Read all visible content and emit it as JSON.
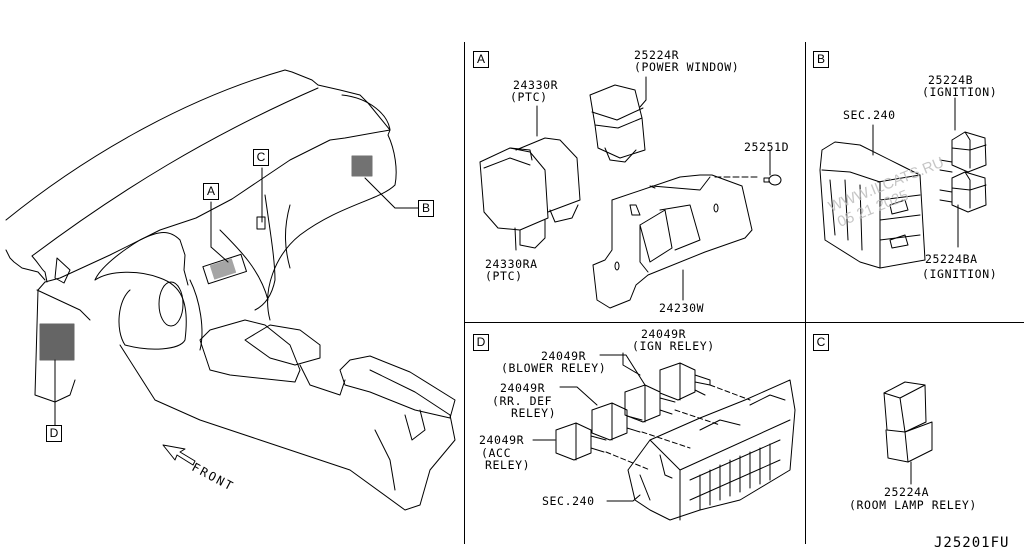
{
  "overview": {
    "callouts": [
      "A",
      "B",
      "C",
      "D"
    ],
    "front_label": "FRONT"
  },
  "panels": {
    "A": {
      "tag": "A",
      "parts": [
        {
          "number": "25224R",
          "desc": "(POWER WINDOW)"
        },
        {
          "number": "24330R",
          "desc": "(PTC)"
        },
        {
          "number": "25251D",
          "desc": ""
        },
        {
          "number": "24330RA",
          "desc": "(PTC)"
        },
        {
          "number": "24230W",
          "desc": ""
        }
      ]
    },
    "B": {
      "tag": "B",
      "parts": [
        {
          "number": "25224B",
          "desc": "(IGNITION)"
        },
        {
          "number": "SEC.240",
          "desc": ""
        },
        {
          "number": "25224BA",
          "desc": "(IGNITION)"
        }
      ],
      "watermark": [
        "WWW.ILCATS.RU",
        "05 21 2025"
      ]
    },
    "C": {
      "tag": "C",
      "parts": [
        {
          "number": "25224A",
          "desc": "(ROOM LAMP RELEY)"
        }
      ]
    },
    "D": {
      "tag": "D",
      "parts": [
        {
          "number": "24049R",
          "desc": "(IGN RELEY)"
        },
        {
          "number": "24049R",
          "desc": "(BLOWER RELEY)"
        },
        {
          "number": "24049R",
          "desc": "(RR. DEF"
        },
        {
          "number": "",
          "desc": "RELEY)"
        },
        {
          "number": "24049R",
          "desc": "(ACC"
        },
        {
          "number": "",
          "desc": "RELEY)"
        },
        {
          "number": "SEC.240",
          "desc": ""
        }
      ]
    }
  },
  "diagram_code": "J25201FU"
}
